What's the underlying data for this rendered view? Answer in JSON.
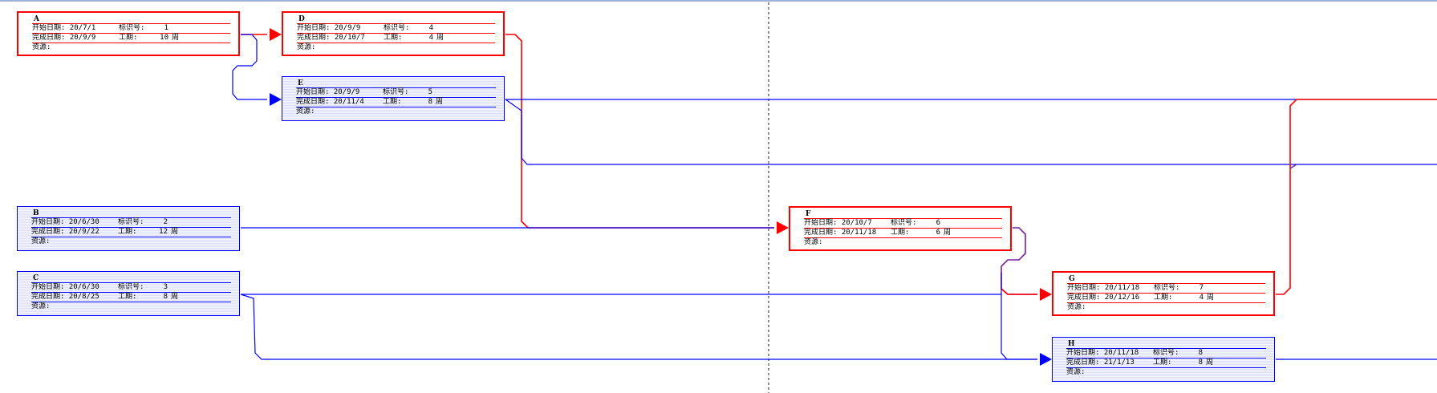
{
  "colors": {
    "critical": "#ff0000",
    "normal": "#0000ff",
    "mixed": "#7a1fa2",
    "divider": "#555555"
  },
  "labels": {
    "start": "开始日期:",
    "finish": "完成日期:",
    "id": "标识号:",
    "duration": "工期:",
    "resource": "资源:"
  },
  "tasks": [
    {
      "key": "A",
      "name": "A",
      "critical": true,
      "start": "20/7/1",
      "finish": "20/9/9",
      "id": "1",
      "duration": "10",
      "unit": "周"
    },
    {
      "key": "D",
      "name": "D",
      "critical": true,
      "start": "20/9/9",
      "finish": "20/10/7",
      "id": "4",
      "duration": "4",
      "unit": "周"
    },
    {
      "key": "E",
      "name": "E",
      "critical": false,
      "start": "20/9/9",
      "finish": "20/11/4",
      "id": "5",
      "duration": "8",
      "unit": "周"
    },
    {
      "key": "B",
      "name": "B",
      "critical": false,
      "start": "20/6/30",
      "finish": "20/9/22",
      "id": "2",
      "duration": "12",
      "unit": "周"
    },
    {
      "key": "C",
      "name": "C",
      "critical": false,
      "start": "20/6/30",
      "finish": "20/8/25",
      "id": "3",
      "duration": "8",
      "unit": "周"
    },
    {
      "key": "F",
      "name": "F",
      "critical": true,
      "start": "20/10/7",
      "finish": "20/11/18",
      "id": "6",
      "duration": "6",
      "unit": "周"
    },
    {
      "key": "G",
      "name": "G",
      "critical": true,
      "start": "20/11/18",
      "finish": "20/12/16",
      "id": "7",
      "duration": "4",
      "unit": "周"
    },
    {
      "key": "H",
      "name": "H",
      "critical": false,
      "start": "20/11/18",
      "finish": "21/1/13",
      "id": "8",
      "duration": "8",
      "unit": "周"
    }
  ],
  "links": [
    {
      "from": "A",
      "to": "D",
      "critical": true
    },
    {
      "from": "A",
      "to": "E",
      "critical": false
    },
    {
      "from": "D",
      "to": "F",
      "critical": true
    },
    {
      "from": "B",
      "to": "F",
      "critical": false
    },
    {
      "from": "F",
      "to": "G",
      "critical": true
    },
    {
      "from": "C",
      "to": "G",
      "critical": false
    },
    {
      "from": "F",
      "to": "H",
      "critical": false
    },
    {
      "from": "C",
      "to": "H",
      "critical": false
    }
  ]
}
